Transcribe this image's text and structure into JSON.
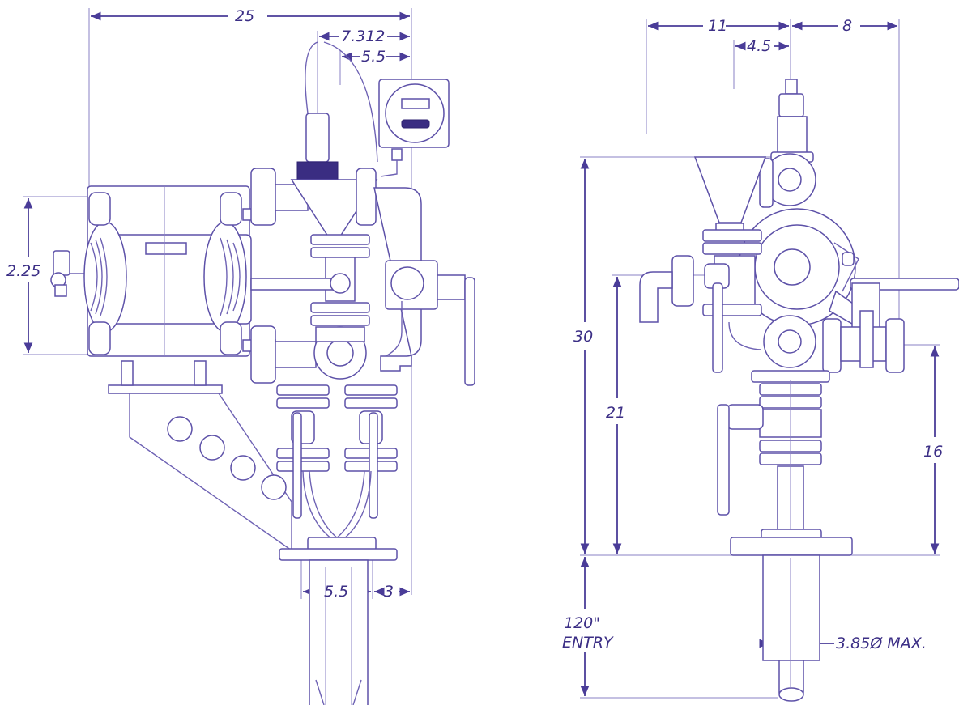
{
  "left_view": {
    "dim_overall_width": "25",
    "dim_offset_a": "7.312",
    "dim_offset_b": "5.5",
    "dim_side": "2.25",
    "dim_bottom_a": "5.5",
    "dim_bottom_b": "3"
  },
  "right_view": {
    "dim_left": "11",
    "dim_right": "8",
    "dim_center": "4.5",
    "dim_overall_height": "30",
    "dim_mount_height": "21",
    "dim_outlet_height": "16",
    "entry_line1": "120\"",
    "entry_line2": "ENTRY",
    "dim_pipe_dia": "3.85Ø MAX."
  },
  "colors": {
    "ink": "#3c2f86",
    "line": "#6e62b4",
    "paper": "#ffffff"
  }
}
